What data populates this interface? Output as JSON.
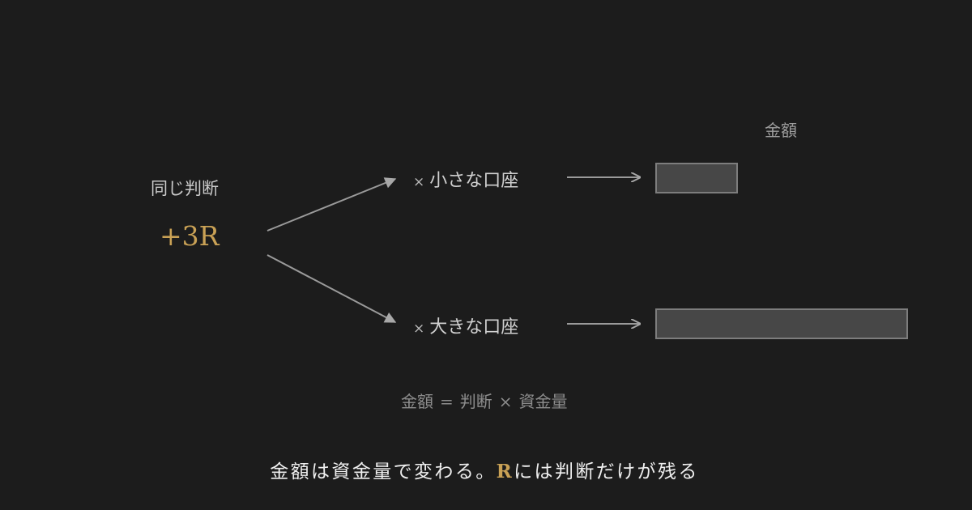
{
  "left": {
    "label": "同じ判断",
    "r_value": "+3R"
  },
  "amount_header": "金額",
  "accounts": [
    {
      "prefix": "×",
      "label": "小さな口座"
    },
    {
      "prefix": "×",
      "label": "大きな口座"
    }
  ],
  "formula": {
    "lhs": "金額",
    "equals": "=",
    "term1": "判断",
    "times": "×",
    "term2": "資金量"
  },
  "conclusion": {
    "part1": "金額は資金量で変わる。",
    "accent": "R",
    "part2": "には判断だけが残る"
  },
  "colors": {
    "background": "#1c1c1c",
    "accent": "#c9a155",
    "bar_fill": "#474747",
    "bar_border": "#7d7d7d",
    "arrow": "#9a9a9a"
  }
}
